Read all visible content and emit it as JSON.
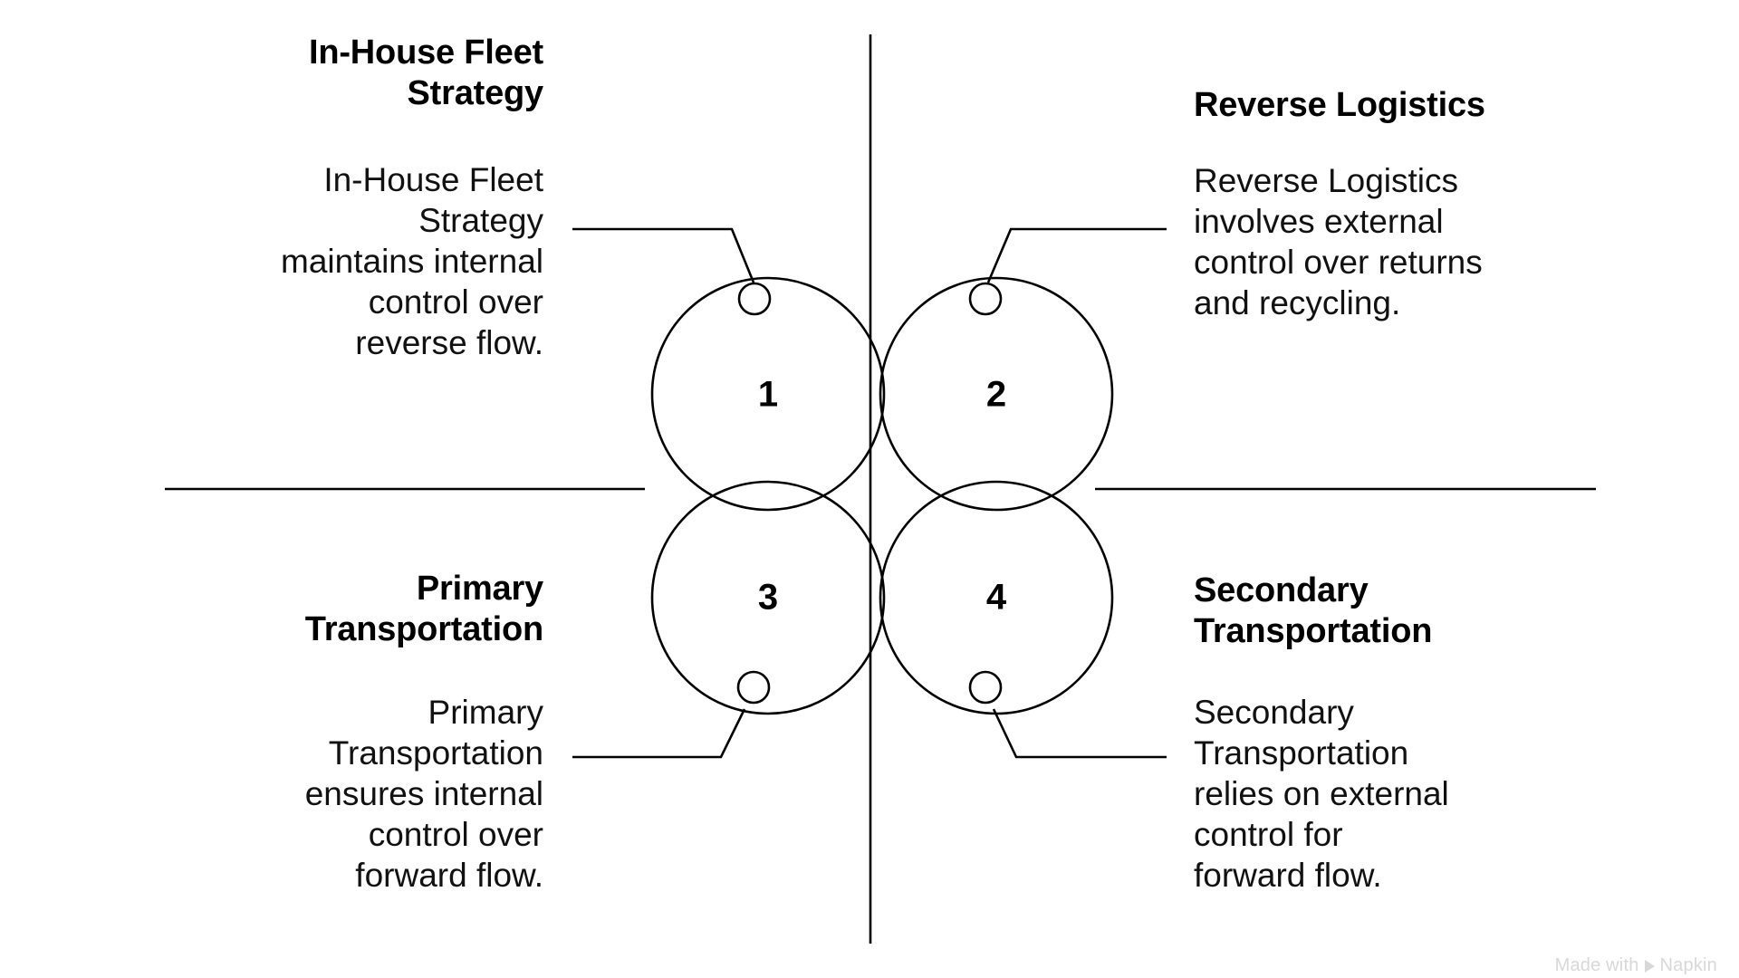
{
  "diagram": {
    "type": "four-quadrant-overlapping-circles",
    "stroke_color": "#000000",
    "background": "#ffffff",
    "dividers": {
      "vertical_label": "vertical-divider",
      "horizontal_left_label": "horizontal-divider-left",
      "horizontal_right_label": "horizontal-divider-right"
    },
    "circles": [
      {
        "number": "1",
        "label": "In-House Fleet Strategy",
        "quadrant": "top-left"
      },
      {
        "number": "2",
        "label": "Reverse Logistics",
        "quadrant": "top-right"
      },
      {
        "number": "3",
        "label": "Primary Transportation",
        "quadrant": "bottom-left"
      },
      {
        "number": "4",
        "label": "Secondary Transportation",
        "quadrant": "bottom-right"
      }
    ]
  },
  "quadrants": {
    "top_left": {
      "title": "In-House Fleet\nStrategy",
      "body": "In-House Fleet\nStrategy\nmaintains internal\ncontrol over\nreverse flow."
    },
    "top_right": {
      "title": "Reverse Logistics",
      "body": "Reverse Logistics\ninvolves external\ncontrol over returns\nand recycling."
    },
    "bottom_left": {
      "title": "Primary\nTransportation",
      "body": "Primary\nTransportation\nensures internal\ncontrol over\nforward flow."
    },
    "bottom_right": {
      "title": "Secondary\nTransportation",
      "body": "Secondary\nTransportation\nrelies on external\ncontrol for\nforward flow."
    }
  },
  "watermark": {
    "prefix": "Made with",
    "brand": "Napkin"
  }
}
